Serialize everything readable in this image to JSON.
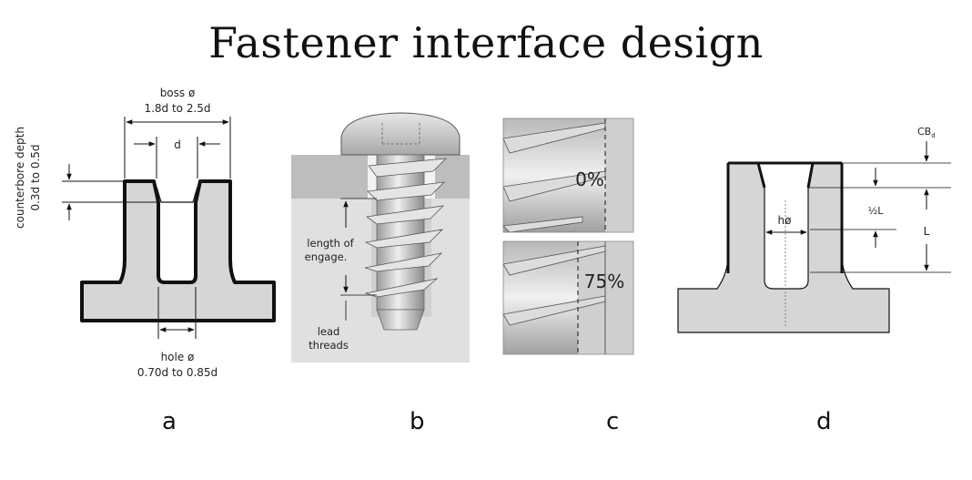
{
  "title": "Fastener interface design",
  "colors": {
    "part_fill": "#d6d6d6",
    "stroke": "#111111",
    "substrate_dark": "#bdbdbd",
    "substrate_light": "#e0e0e0",
    "screw_metal": "#c8c8c8"
  },
  "panels": {
    "a": {
      "letter": "a",
      "boss_label": "boss ø",
      "boss_range": "1.8d to 2.5d",
      "d_label": "d",
      "counterbore_label": "counterbore depth",
      "counterbore_range": "0.3d to 0.5d",
      "hole_label": "hole ø",
      "hole_range": "0.70d to 0.85d"
    },
    "b": {
      "letter": "b",
      "engage_line1": "length of",
      "engage_line2": "engage.",
      "lead_line1": "lead",
      "lead_line2": "threads"
    },
    "c": {
      "letter": "c",
      "top_percent": "0%",
      "bottom_percent": "75%"
    },
    "d": {
      "letter": "d",
      "cbd_main": "CB",
      "cbd_sub": "d",
      "half_l": "½L",
      "l_label": "L",
      "ho_label": "hø"
    }
  }
}
